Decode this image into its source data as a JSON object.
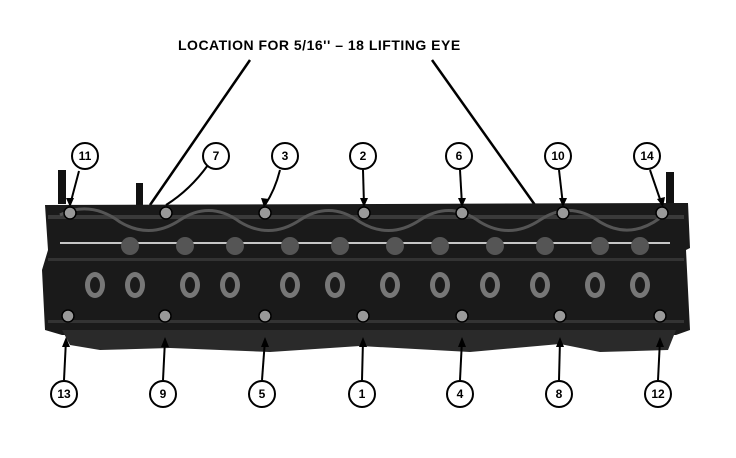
{
  "diagram": {
    "title": "LOCATION FOR 5/16'' – 18 LIFTING EYE",
    "top_callouts": [
      "11",
      "7",
      "3",
      "2",
      "6",
      "10",
      "14"
    ],
    "bottom_callouts": [
      "13",
      "9",
      "5",
      "1",
      "4",
      "8",
      "12"
    ]
  }
}
